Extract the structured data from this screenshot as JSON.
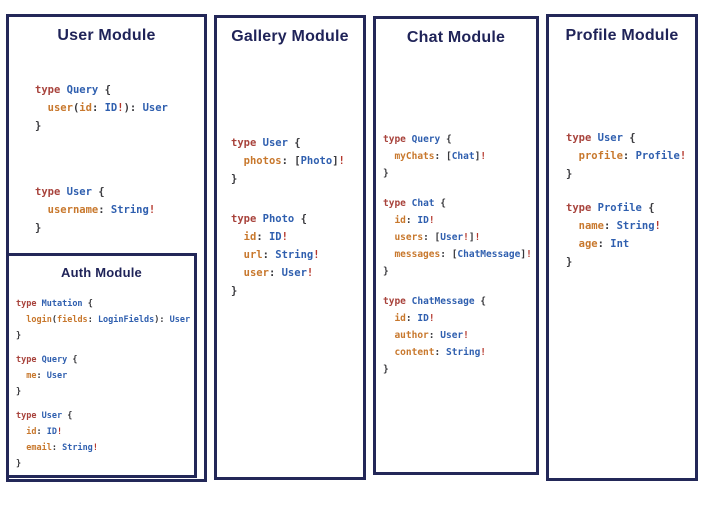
{
  "colors": {
    "panel_border": "#232858",
    "title": "#1f2358",
    "code_keyword": "#a8433c",
    "code_type": "#2f5faf",
    "code_field": "#c8782d",
    "code_punct": "#38383c",
    "code_bang": "#b5372c"
  },
  "modules": [
    {
      "key": "user",
      "title": "User Module",
      "code_blocks": [
        [
          "type Query {",
          "  user(id: ID!): User",
          "}"
        ],
        [
          "type User {",
          "  username: String!",
          "}"
        ]
      ],
      "submodule": {
        "key": "auth",
        "title": "Auth Module",
        "code_blocks": [
          [
            "type Mutation {",
            "  login(fields: LoginFields): User",
            "}"
          ],
          [
            "type Query {",
            "  me: User",
            "}"
          ],
          [
            "type User {",
            "  id: ID!",
            "  email: String!",
            "}"
          ]
        ]
      }
    },
    {
      "key": "gallery",
      "title": "Gallery Module",
      "code_blocks": [
        [
          "type User {",
          "  photos: [Photo]!",
          "}"
        ],
        [
          "type Photo {",
          "  id: ID!",
          "  url: String!",
          "  user: User!",
          "}"
        ]
      ]
    },
    {
      "key": "chat",
      "title": "Chat Module",
      "code_blocks": [
        [
          "type Query {",
          "  myChats: [Chat]!",
          "}"
        ],
        [
          "type Chat {",
          "  id: ID!",
          "  users: [User!]!",
          "  messages: [ChatMessage]!",
          "}"
        ],
        [
          "type ChatMessage {",
          "  id: ID!",
          "  author: User!",
          "  content: String!",
          "}"
        ]
      ]
    },
    {
      "key": "profile",
      "title": "Profile Module",
      "code_blocks": [
        [
          "type User {",
          "  profile: Profile!",
          "}"
        ],
        [
          "type Profile {",
          "  name: String!",
          "  age: Int",
          "}"
        ]
      ]
    }
  ]
}
